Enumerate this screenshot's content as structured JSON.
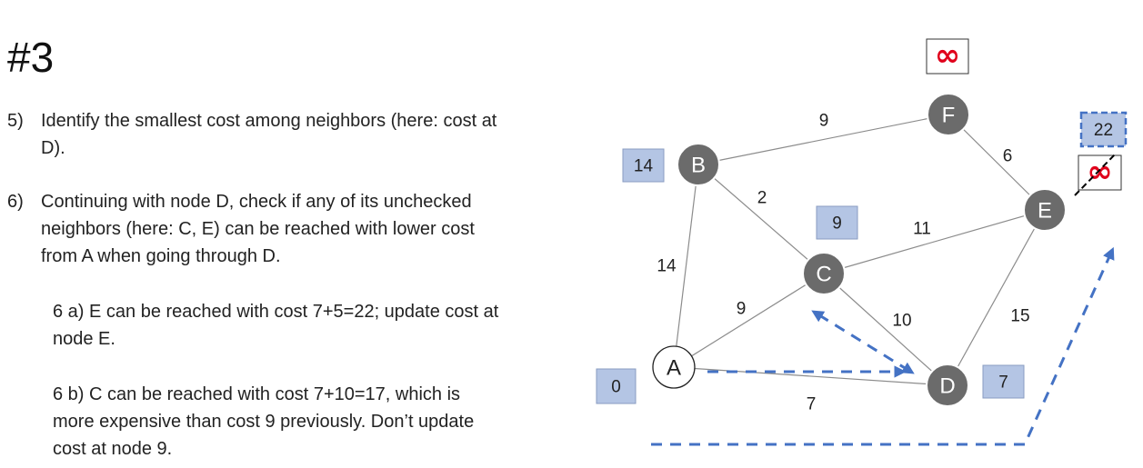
{
  "slide": {
    "title": "#3",
    "steps": [
      {
        "num": "5)",
        "lines": [
          "Identify the smallest cost among neighbors (here: cost at",
          "D)."
        ]
      },
      {
        "num": "6)",
        "lines": [
          "Continuing with node D, check if any of its unchecked",
          "neighbors (here: C, E) can be reached with lower cost",
          "from A when going through D."
        ]
      }
    ],
    "substeps": [
      {
        "lines": [
          "6 a)  E can be reached with cost 7+5=22; update cost at",
          "node E."
        ]
      },
      {
        "lines": [
          "6 b)  C can be reached with cost 7+10=17, which is",
          "more expensive than cost 9 previously. Don’t update",
          "cost at node 9."
        ]
      }
    ]
  },
  "graph": {
    "colors": {
      "node_fill": "#6b6b6b",
      "start_fill": "#ffffff",
      "cost_fill": "#b4c5e4",
      "accent": "#4472c4",
      "infinity": "#e0001b",
      "edge": "#8c8c8c"
    },
    "nodes": [
      {
        "id": "A",
        "label": "A",
        "start": true
      },
      {
        "id": "B",
        "label": "B"
      },
      {
        "id": "C",
        "label": "C"
      },
      {
        "id": "D",
        "label": "D"
      },
      {
        "id": "E",
        "label": "E"
      },
      {
        "id": "F",
        "label": "F"
      }
    ],
    "edges": [
      {
        "from": "A",
        "to": "B",
        "weight": "14"
      },
      {
        "from": "A",
        "to": "C",
        "weight": "9"
      },
      {
        "from": "A",
        "to": "D",
        "weight": "7"
      },
      {
        "from": "B",
        "to": "C",
        "weight": "2"
      },
      {
        "from": "B",
        "to": "F",
        "weight": "9"
      },
      {
        "from": "C",
        "to": "D",
        "weight": "10"
      },
      {
        "from": "C",
        "to": "E",
        "weight": "11"
      },
      {
        "from": "D",
        "to": "E",
        "weight": "15"
      },
      {
        "from": "F",
        "to": "E",
        "weight": "6"
      }
    ],
    "costs": [
      {
        "node": "A",
        "value": "0"
      },
      {
        "node": "B",
        "value": "14"
      },
      {
        "node": "C",
        "value": "9"
      },
      {
        "node": "D",
        "value": "7"
      },
      {
        "node": "E",
        "value": "22",
        "highlighted": true
      }
    ],
    "infinity_costs": [
      {
        "node": "F",
        "value": "∞",
        "crossed": false
      },
      {
        "node": "E",
        "value": "∞",
        "crossed": true
      }
    ]
  }
}
